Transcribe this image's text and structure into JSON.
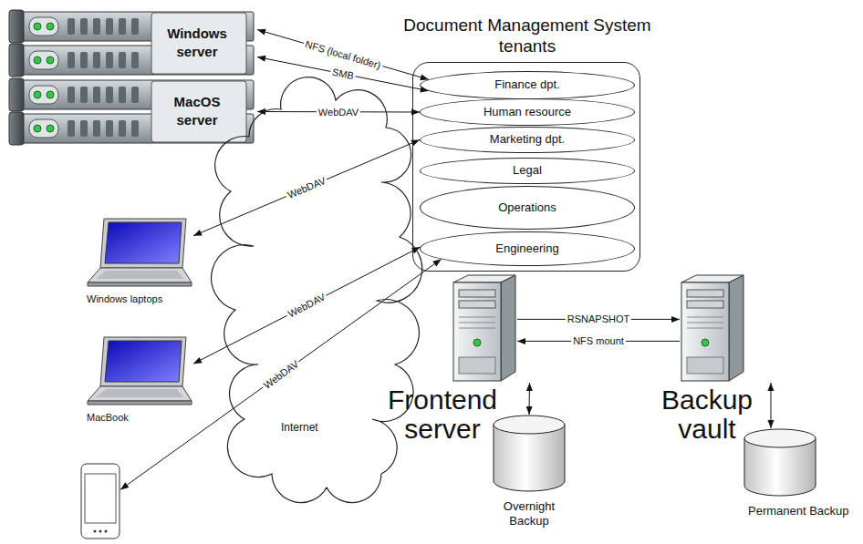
{
  "diagram": {
    "nodes": [
      {
        "text": [
          "Windows server"
        ]
      },
      {
        "text": [
          "MacOS server"
        ]
      },
      {
        "text": [
          "Document Management System tenants"
        ]
      },
      {
        "text": [
          "Finance dpt."
        ],
        "in": 2
      },
      {
        "text": [
          "Human resource"
        ],
        "in": 2
      },
      {
        "text": [
          "Marketing dpt."
        ],
        "in": 2
      },
      {
        "text": [
          "Legal"
        ],
        "in": 2
      },
      {
        "text": [
          "Operations"
        ],
        "in": 2
      },
      {
        "text": [
          "Engineering"
        ],
        "in": 2
      },
      {
        "text": [
          "Internet"
        ]
      },
      {
        "text": [
          "Windows laptops"
        ]
      },
      {
        "text": [
          "MacBook"
        ]
      },
      {
        "text": []
      },
      {
        "text": [
          "Frontend server"
        ]
      },
      {
        "text": [
          "Backup vault"
        ]
      },
      {
        "text": [
          "Overnight Backup"
        ]
      },
      {
        "text": [
          "Permanent Backup"
        ]
      }
    ],
    "edges": [
      {
        "from": 0,
        "to": 3,
        "label": "NFS (local folder)",
        "arrow": "both"
      },
      {
        "from": 0,
        "to": 3,
        "label": "SMB",
        "arrow": "both"
      },
      {
        "from": 1,
        "to": 4,
        "label": "WebDAV",
        "arrow": "both"
      },
      {
        "from": 10,
        "to": 5,
        "label": "WebDAV",
        "arrow": "both"
      },
      {
        "from": 11,
        "to": 8,
        "label": "WebDAV",
        "arrow": "both"
      },
      {
        "from": 12,
        "to": 8,
        "label": "WebDAV",
        "arrow": "both"
      },
      {
        "from": 13,
        "to": 14,
        "label": "RSNAPSHOT",
        "arrow": "to"
      },
      {
        "from": 14,
        "to": 13,
        "label": "NFS mount",
        "arrow": "to"
      },
      {
        "from": 13,
        "to": 15,
        "arrow": "both"
      },
      {
        "from": 14,
        "to": 16,
        "arrow": "both"
      }
    ]
  }
}
